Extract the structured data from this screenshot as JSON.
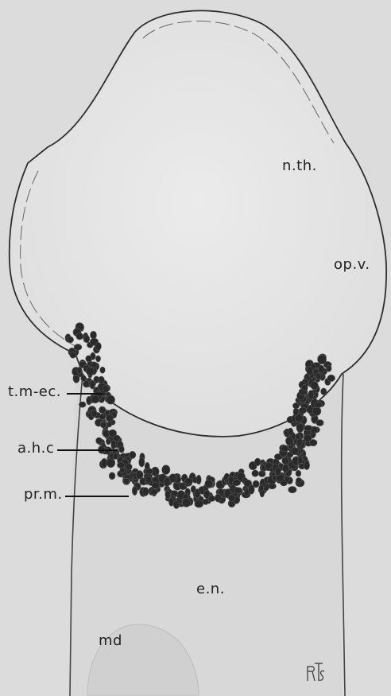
{
  "labels": {
    "nth": "n.th.",
    "opv": "op.v.",
    "tmec": "t.m-ec.",
    "ahc": "a.h.c",
    "prm": "pr.m.",
    "en": "e.n.",
    "md": "md",
    "signature": "RTS"
  },
  "colors": {
    "background": "#dcdcdc",
    "tissue": "#e6e6e6",
    "cell": "#2a2a2a",
    "outline": "#3a3a3a"
  }
}
